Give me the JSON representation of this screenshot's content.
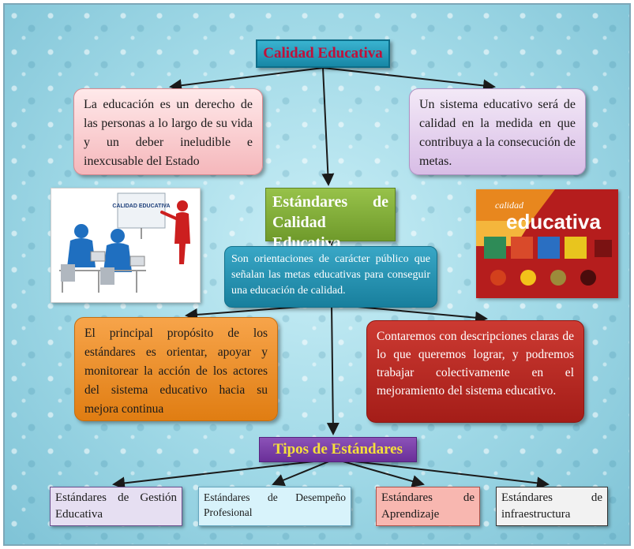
{
  "titles": {
    "calidad_educativa": "Calidad Educativa",
    "estandares_calidad": "Estándares de Calidad Educativa",
    "tipos_estandares": "Tipos de Estándares"
  },
  "statements": {
    "derecho": "La educación es un derecho de las personas a lo largo de su vida y un deber ineludible e inexcusable del Estado",
    "sistema_calidad": "Un sistema educativo será de calidad en la medida en que contribuya a la consecución de metas."
  },
  "definition": "Son orientaciones de carácter público que señalan las metas educativas para conseguir una educación de calidad.",
  "purposes": {
    "proposito": "El principal propósito de los estándares es orientar, apoyar y monitorear la acción de los actores del sistema educativo hacia su mejora continua",
    "descripciones": "Contaremos con descripciones claras de lo que queremos lograr, y podremos trabajar colectivamente en el mejoramiento del sistema educativo."
  },
  "standard_types": [
    "Estándares de Gestión Educativa",
    "Estándares de Desempeño Profesional",
    "Estándares de Aprendizaje",
    "Estándares de infraestructura"
  ],
  "images": {
    "left_board_text": "CALIDAD EDUCATIVA",
    "right_small_text": "calidad",
    "right_big_text": "educativa"
  },
  "colors": {
    "title_red": "#c0103a",
    "title_yellow": "#f5e03a",
    "arrow": "#1a1a1a"
  }
}
